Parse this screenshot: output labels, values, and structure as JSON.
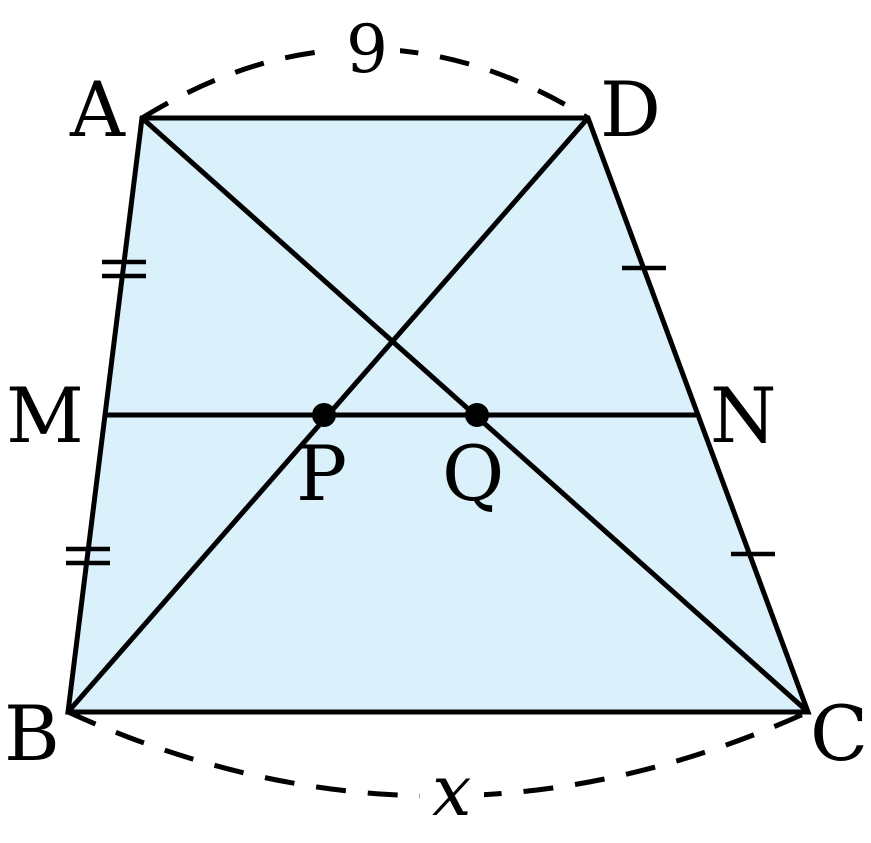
{
  "diagram": {
    "fill_color": "#daf0fa",
    "stroke_color": "#000000",
    "vertices": {
      "A": "A",
      "B": "B",
      "C": "C",
      "D": "D",
      "M": "M",
      "N": "N",
      "P": "P",
      "Q": "Q"
    },
    "top_length": "9",
    "bottom_length": "x"
  }
}
